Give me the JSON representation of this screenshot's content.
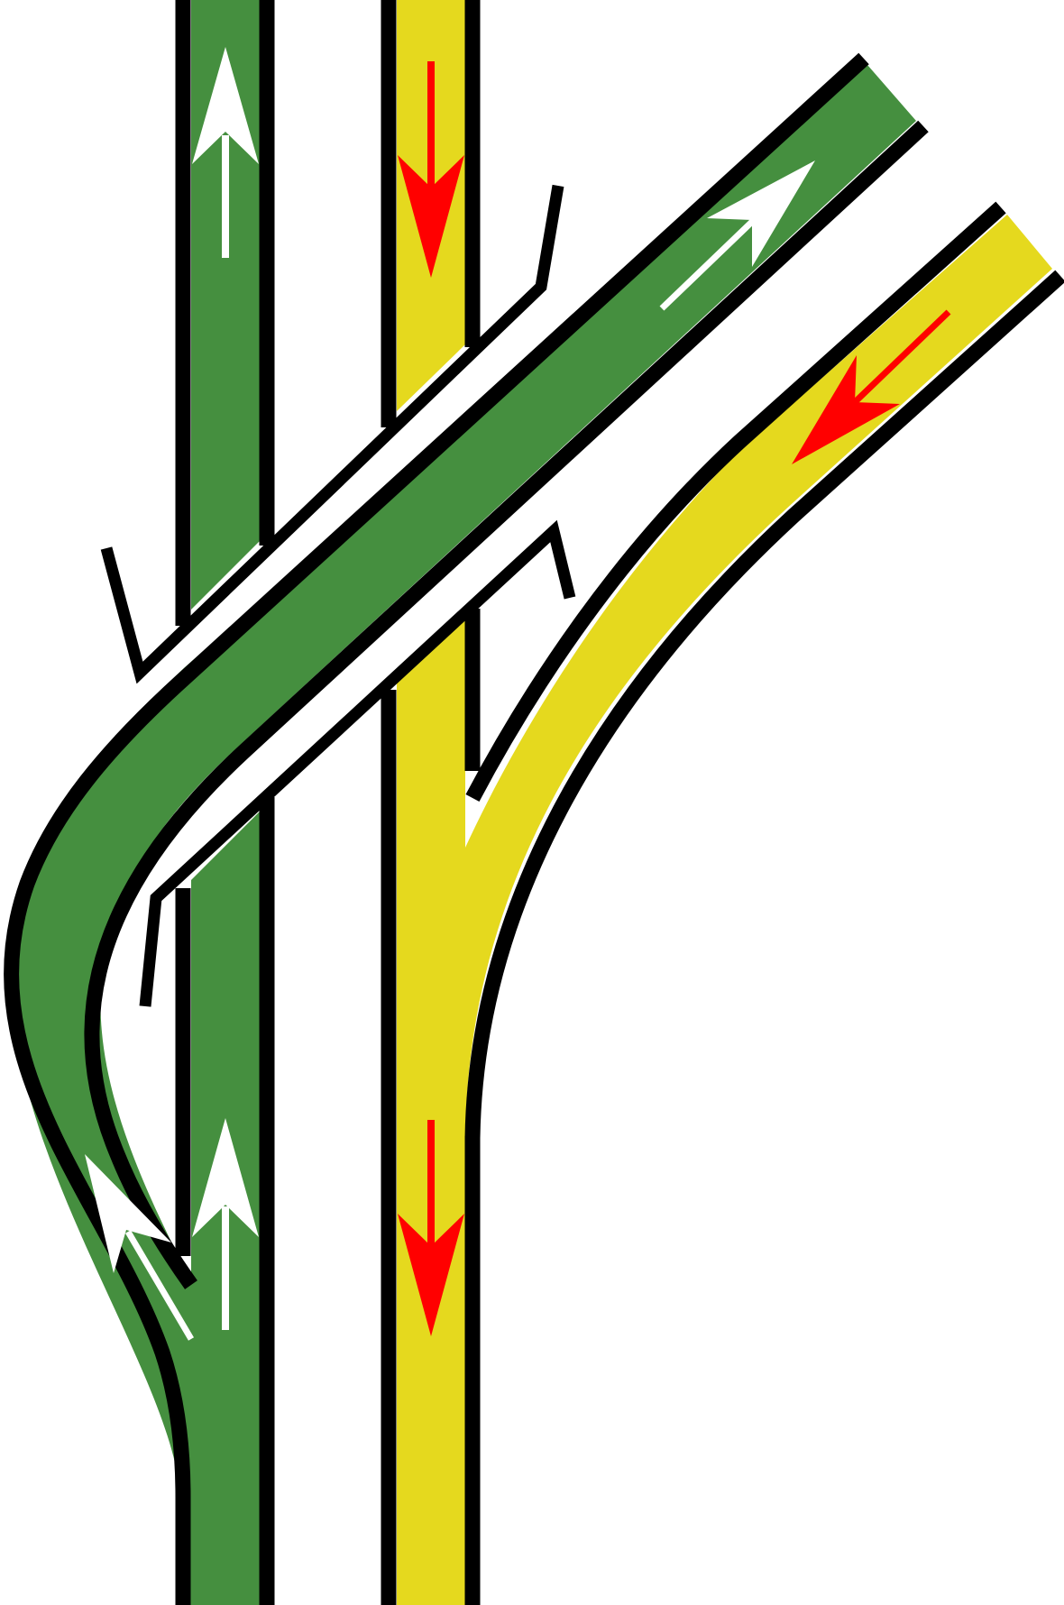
{
  "colors": {
    "background": "#ffffff",
    "outline": "#000000",
    "green_lane": "#458F3F",
    "yellow_lane": "#E5D91E",
    "white_arrow": "#ffffff",
    "red_arrow": "#ff0000"
  },
  "lanes": [
    {
      "id": "green-left-lane",
      "color": "green_lane",
      "direction": "up"
    },
    {
      "id": "yellow-right-lane",
      "color": "yellow_lane",
      "direction": "down"
    },
    {
      "id": "green-diagonal-ramp",
      "color": "green_lane",
      "direction": "up-right"
    },
    {
      "id": "yellow-diagonal-ramp",
      "color": "yellow_lane",
      "direction": "down-left"
    }
  ],
  "arrows": [
    {
      "id": "arrow-green-top",
      "color": "white_arrow",
      "direction": "up"
    },
    {
      "id": "arrow-yellow-top",
      "color": "red_arrow",
      "direction": "down"
    },
    {
      "id": "arrow-green-ramp",
      "color": "white_arrow",
      "direction": "up-right"
    },
    {
      "id": "arrow-yellow-ramp",
      "color": "red_arrow",
      "direction": "down-left"
    },
    {
      "id": "arrow-green-bottom",
      "color": "white_arrow",
      "direction": "up"
    },
    {
      "id": "arrow-green-merge",
      "color": "white_arrow",
      "direction": "up-left"
    },
    {
      "id": "arrow-yellow-bottom",
      "color": "red_arrow",
      "direction": "down"
    }
  ]
}
